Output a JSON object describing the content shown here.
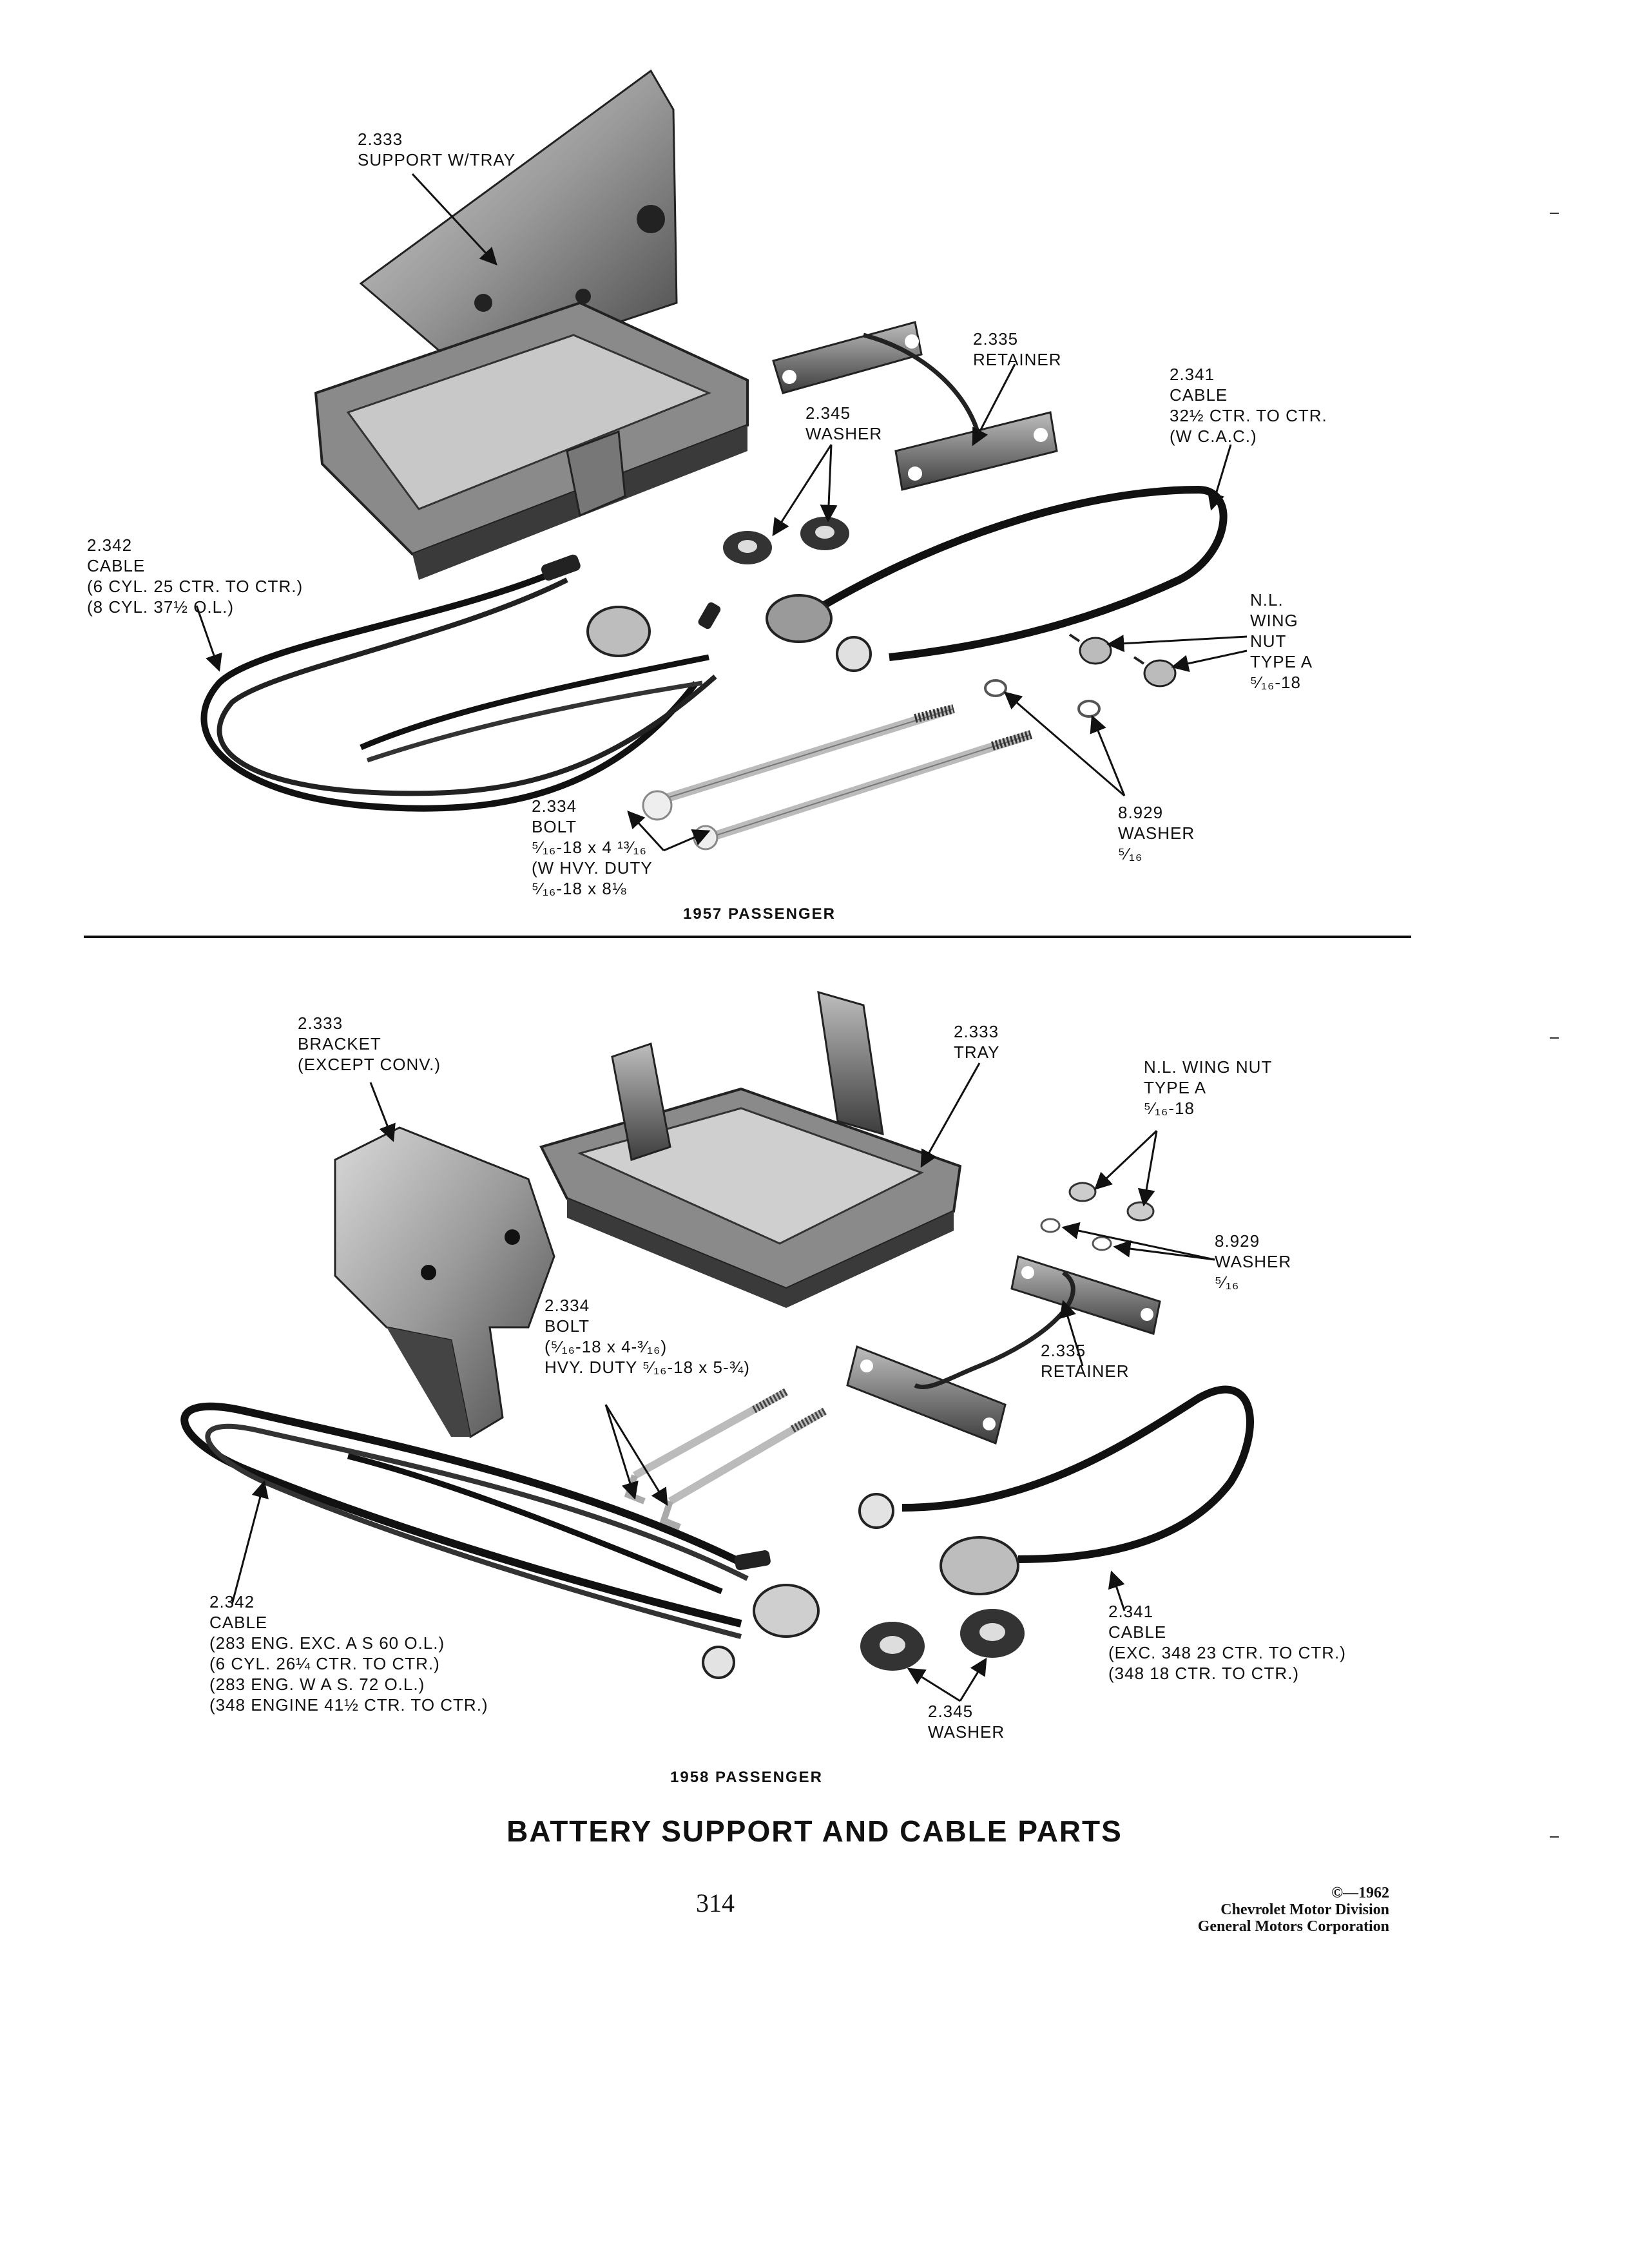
{
  "diagram_1957": {
    "caption": "1957 PASSENGER",
    "labels": {
      "support": [
        "2.333",
        "SUPPORT W/TRAY"
      ],
      "retainer": [
        "2.335",
        "RETAINER"
      ],
      "cable_2341": [
        "2.341",
        "CABLE",
        "32½ CTR. TO CTR.",
        "(W C.A.C.)"
      ],
      "washer_2345": [
        "2.345",
        "WASHER"
      ],
      "cable_2342": [
        "2.342",
        "CABLE",
        "(6 CYL. 25 CTR. TO CTR.)",
        "(8 CYL. 37½ O.L.)"
      ],
      "wing_nut": [
        "N.L.",
        "WING",
        "NUT",
        "TYPE A",
        "⁵⁄₁₆-18"
      ],
      "bolt": [
        "2.334",
        "BOLT",
        "⁵⁄₁₆-18 x 4 ¹³⁄₁₆",
        "(W HVY. DUTY",
        "⁵⁄₁₆-18 x 8⅛"
      ],
      "washer_8929": [
        "8.929",
        "WASHER",
        "⁵⁄₁₆"
      ]
    }
  },
  "diagram_1958": {
    "caption": "1958 PASSENGER",
    "labels": {
      "bracket": [
        "2.333",
        "BRACKET",
        "(EXCEPT CONV.)"
      ],
      "tray": [
        "2.333",
        "TRAY"
      ],
      "wing_nut": [
        "N.L. WING NUT",
        "TYPE A",
        "⁵⁄₁₆-18"
      ],
      "washer_8929": [
        "8.929",
        "WASHER",
        "⁵⁄₁₆"
      ],
      "bolt": [
        "2.334",
        "BOLT",
        "(⁵⁄₁₆-18 x 4-³⁄₁₆)",
        "HVY. DUTY ⁵⁄₁₆-18 x 5-¾)"
      ],
      "retainer": [
        "2.335",
        "RETAINER"
      ],
      "cable_2342": [
        "2.342",
        "CABLE",
        "(283 ENG. EXC. A S 60 O.L.)",
        "(6 CYL. 26¼ CTR. TO CTR.)",
        "(283 ENG. W A S. 72 O.L.)",
        "(348 ENGINE 41½ CTR. TO CTR.)"
      ],
      "cable_2341": [
        "2.341",
        "CABLE",
        "(EXC. 348 23 CTR. TO CTR.)",
        "(348 18 CTR. TO CTR.)"
      ],
      "washer_2345": [
        "2.345",
        "WASHER"
      ]
    }
  },
  "page_title": "BATTERY SUPPORT AND CABLE PARTS",
  "page_number": "314",
  "copyright": [
    "©—1962",
    "Chevrolet Motor Division",
    "General Motors Corporation"
  ]
}
